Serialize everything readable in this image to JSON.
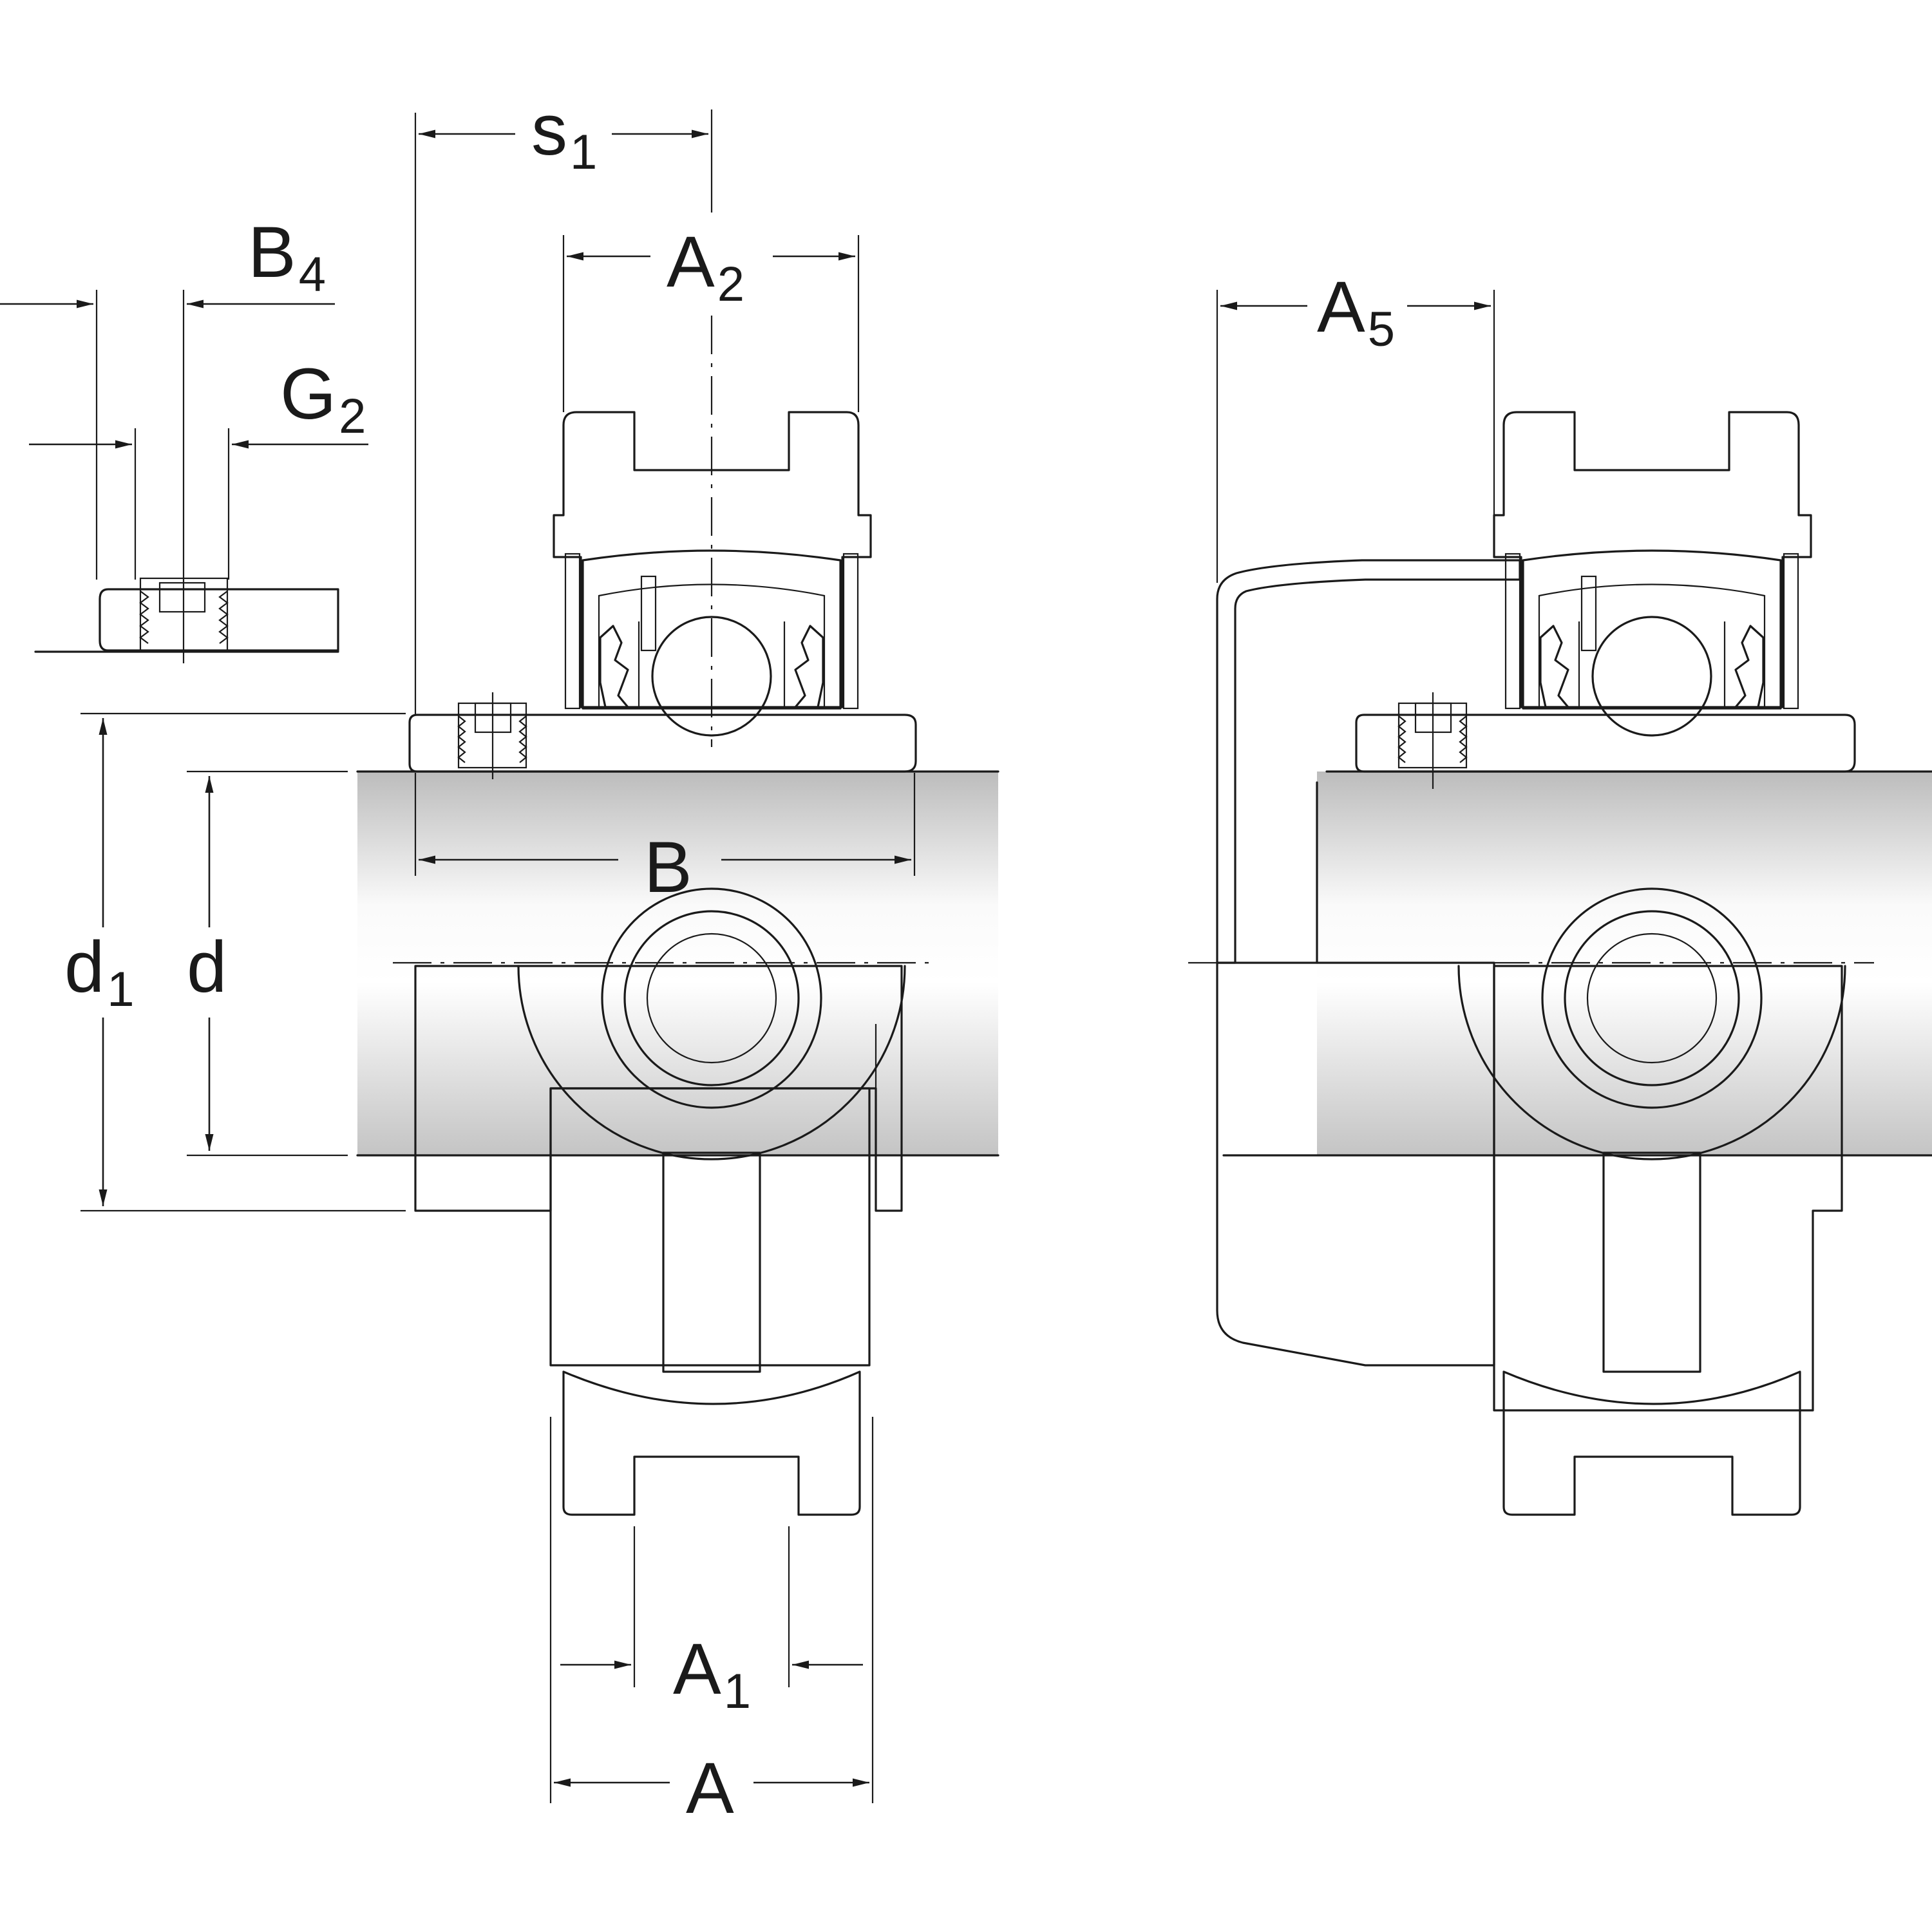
{
  "colors": {
    "housing_fill": "#c5d3ee",
    "shaft_light": "#f7f7f7",
    "shaft_dark": "#c8c8c8",
    "line": "#1a1a1a",
    "background": "#ffffff"
  },
  "labels": {
    "s1": {
      "base": "s",
      "sub": "1"
    },
    "A2": {
      "base": "A",
      "sub": "2"
    },
    "B4": {
      "base": "B",
      "sub": "4"
    },
    "G2": {
      "base": "G",
      "sub": "2"
    },
    "A5": {
      "base": "A",
      "sub": "5"
    },
    "B": {
      "base": "B",
      "sub": ""
    },
    "d1": {
      "base": "d",
      "sub": "1"
    },
    "d": {
      "base": "d",
      "sub": ""
    },
    "A1": {
      "base": "A",
      "sub": "1"
    },
    "A": {
      "base": "A",
      "sub": ""
    }
  }
}
